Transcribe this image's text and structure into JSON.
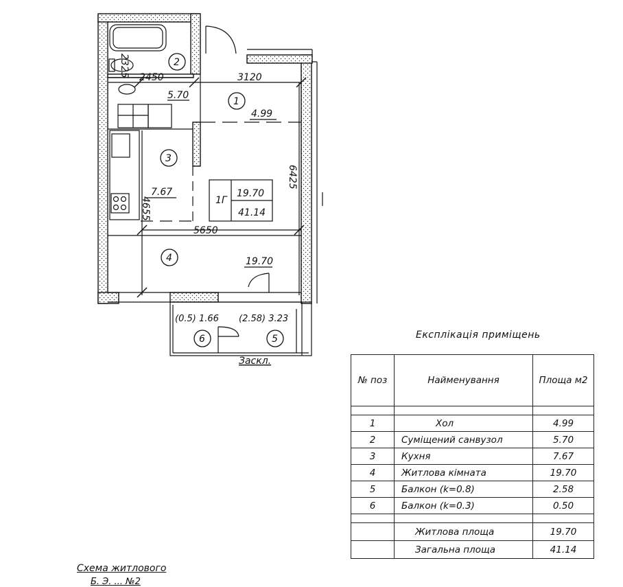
{
  "plan": {
    "dims": {
      "d2325": "2325",
      "d2450": "2450",
      "d3120": "3120",
      "d5650": "5650",
      "d4655": "4655",
      "d6425": "6425"
    },
    "rooms": [
      {
        "num": "1",
        "area": "4.99"
      },
      {
        "num": "2",
        "area": "5.70"
      },
      {
        "num": "3",
        "area": "7.67"
      },
      {
        "num": "4",
        "area": "19.70"
      },
      {
        "num": "5",
        "area": "(2.58) 3.23"
      },
      {
        "num": "6",
        "area": "(0.5) 1.66"
      }
    ],
    "summary_box": {
      "code": "1Г",
      "living": "19.70",
      "total": "41.14"
    },
    "balcony_label": "Заскл."
  },
  "explication": {
    "title": "Експлікація приміщень",
    "headers": {
      "num": "№ поз",
      "name": "Найменування",
      "area": "Площа м2"
    },
    "rows": [
      {
        "num": "1",
        "name": "Хол",
        "area": "4.99"
      },
      {
        "num": "2",
        "name": "Суміщений санвузол",
        "area": "5.70"
      },
      {
        "num": "3",
        "name": "Кухня",
        "area": "7.67"
      },
      {
        "num": "4",
        "name": "Житлова кімната",
        "area": "19.70"
      },
      {
        "num": "5",
        "name": "Балкон (k=0.8)",
        "area": "2.58"
      },
      {
        "num": "6",
        "name": "Балкон (k=0.3)",
        "area": "0.50"
      }
    ],
    "living_area": {
      "label": "Житлова площа",
      "value": "19.70"
    },
    "total_area": {
      "label": "Загальна площа",
      "value": "41.14"
    }
  },
  "caption": {
    "line1": "Схема житлового",
    "line2": "Б. Э. ... №2"
  }
}
